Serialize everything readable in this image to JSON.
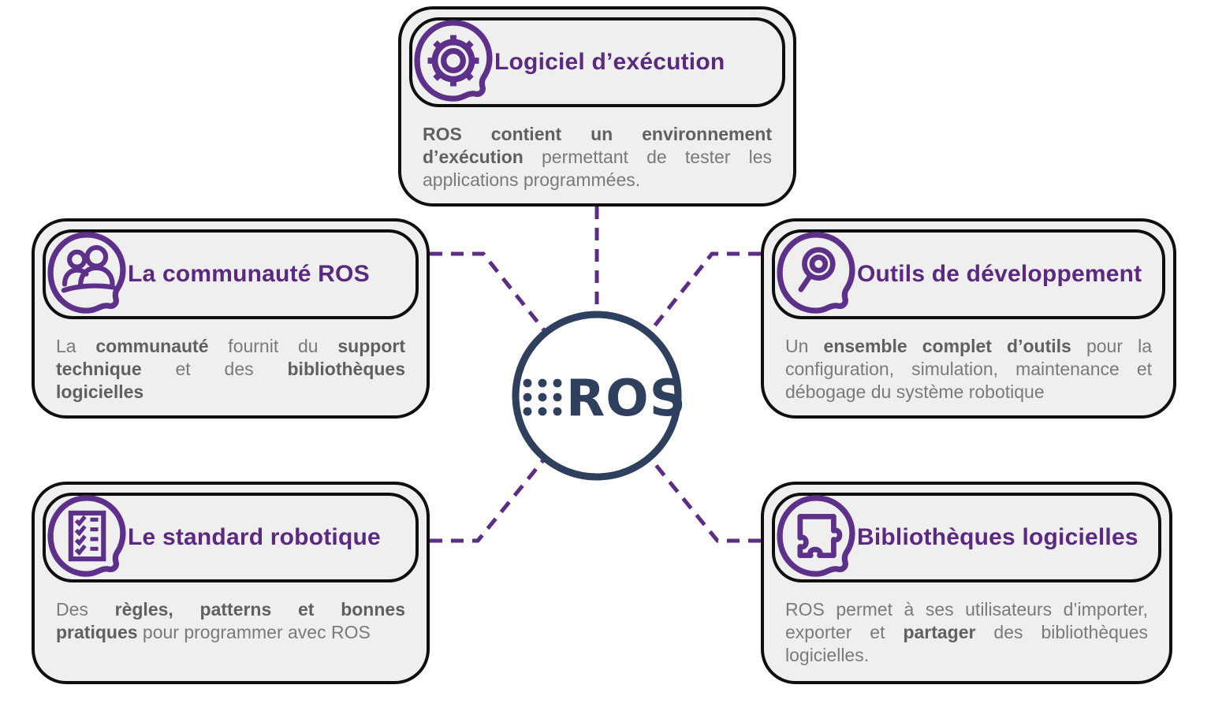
{
  "colors": {
    "accent_purple": "#5b2a80",
    "icon_purple": "#5d3189",
    "navy": "#2e405e",
    "card_background": "#efefef",
    "card_border": "#0f0f0f",
    "body_text": "#7a7a7a",
    "body_text_bold": "#606060"
  },
  "center": {
    "label": "ROS"
  },
  "boxes": [
    {
      "id": "execution",
      "icon": "gear-icon",
      "title": "Logiciel d’exécution",
      "body": [
        {
          "text": "ROS contient un environnement d’exécution",
          "bold": true
        },
        {
          "text": " permettant de tester les applications programmées.",
          "bold": false
        }
      ]
    },
    {
      "id": "communaute",
      "icon": "people-icon",
      "title": "La communauté ROS",
      "body": [
        {
          "text": "La ",
          "bold": false
        },
        {
          "text": "communauté",
          "bold": true
        },
        {
          "text": " fournit du ",
          "bold": false
        },
        {
          "text": "support technique",
          "bold": true
        },
        {
          "text": " et des ",
          "bold": false
        },
        {
          "text": "bibliothèques logicielles",
          "bold": true
        }
      ]
    },
    {
      "id": "outils",
      "icon": "magnifier-icon",
      "title": "Outils de développement",
      "body": [
        {
          "text": "Un ",
          "bold": false
        },
        {
          "text": "ensemble complet d’outils",
          "bold": true
        },
        {
          "text": " pour la configuration, simulation, maintenance et débogage du système robotique",
          "bold": false
        }
      ]
    },
    {
      "id": "standard",
      "icon": "checklist-icon",
      "title": "Le standard robotique",
      "body": [
        {
          "text": "Des ",
          "bold": false
        },
        {
          "text": "règles, patterns et bonnes pratiques",
          "bold": true
        },
        {
          "text": " pour programmer avec ROS",
          "bold": false
        }
      ]
    },
    {
      "id": "biblio",
      "icon": "puzzle-icon",
      "title": "Bibliothèques logicielles",
      "body": [
        {
          "text": "ROS permet à ses utilisateurs d’importer, exporter et ",
          "bold": false
        },
        {
          "text": "partager",
          "bold": true
        },
        {
          "text": " des bibliothèques logicielles.",
          "bold": false
        }
      ]
    }
  ]
}
